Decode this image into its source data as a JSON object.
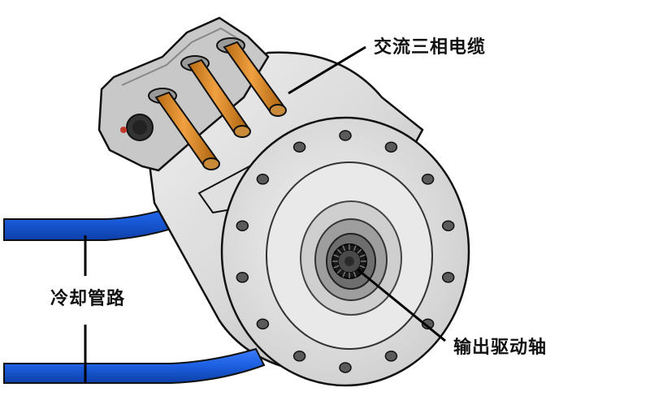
{
  "labels": {
    "cable": "交流三相电缆",
    "cooling": "冷却管路",
    "shaft": "输出驱动轴"
  },
  "colors": {
    "housing": "#d9d9d9",
    "housing_dark": "#b3b3b3",
    "face": "#e6e6e6",
    "cable_copper": "#e08a1e",
    "cable_dark": "#a85f0c",
    "pipe": "#1c5fe0",
    "pipe_dark": "#0d3fa8",
    "bolt": "#5a5a5a",
    "shaft": "#222222",
    "leader": "#000000"
  }
}
